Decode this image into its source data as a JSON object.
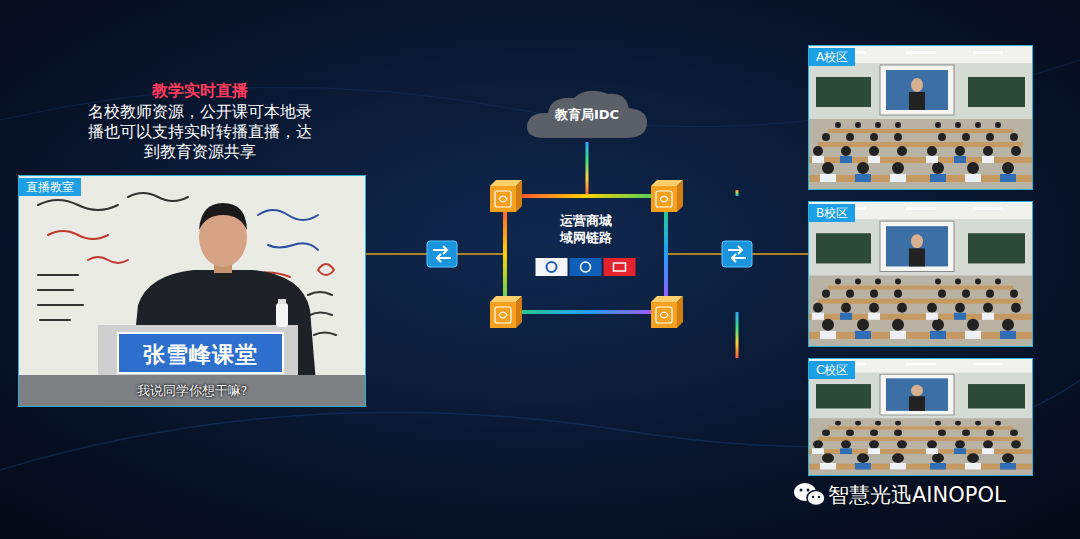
{
  "diagram": {
    "title": "教学实时直播",
    "nodes": [
      {
        "text": [
          "直播教室"
        ]
      },
      {
        "text": [
          "教育局IDC"
        ]
      },
      {
        "text": [
          "运营商城域网链路"
        ]
      },
      {
        "text": [
          "A校区"
        ]
      },
      {
        "text": [
          "B校区"
        ]
      },
      {
        "text": [
          "C校区"
        ]
      }
    ],
    "edges": [
      {
        "from": 0,
        "to": 2,
        "arrow": "none"
      },
      {
        "from": 1,
        "to": 2,
        "arrow": "none"
      },
      {
        "from": 2,
        "to": 3,
        "arrow": "none"
      },
      {
        "from": 2,
        "to": 4,
        "arrow": "none"
      },
      {
        "from": 2,
        "to": 5,
        "arrow": "none"
      }
    ],
    "labels": [
      "名校教师资源，公开课可本地录播也可以支持实时转播直播，达到教育资源共享",
      "张雪峰课堂",
      "我说同学你想干嘛?",
      "智慧光迅AINOPOL"
    ]
  }
}
